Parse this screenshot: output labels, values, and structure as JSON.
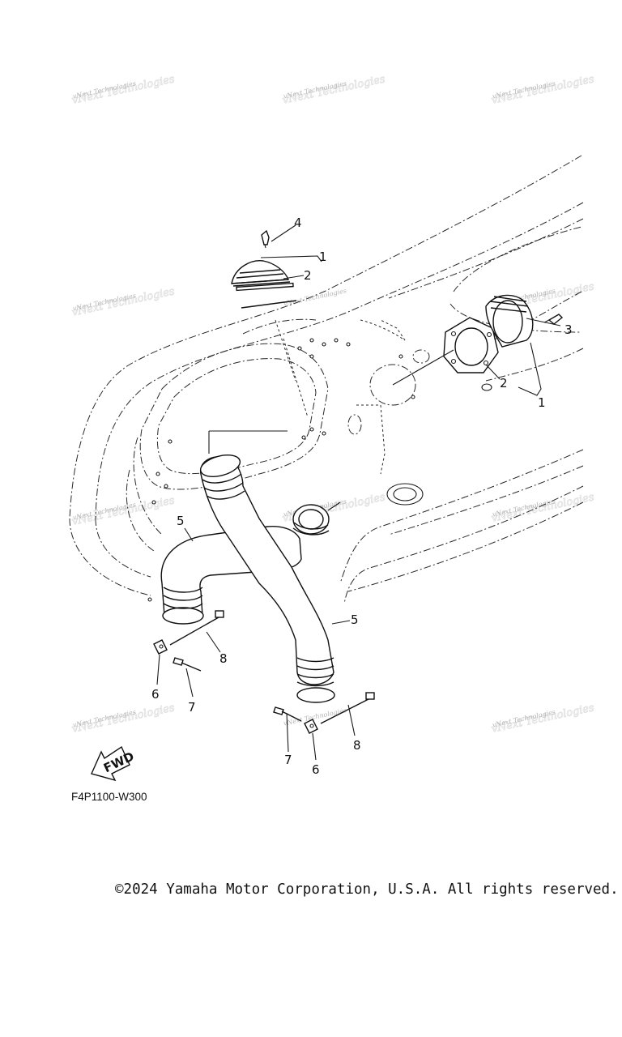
{
  "diagram": {
    "code": "F4P1100-W300",
    "fwd_label": "FWD",
    "watermark": "vNext Technologies",
    "callouts": [
      {
        "id": "c1a",
        "label": "1"
      },
      {
        "id": "c2a",
        "label": "2"
      },
      {
        "id": "c4",
        "label": "4"
      },
      {
        "id": "c3",
        "label": "3"
      },
      {
        "id": "c2b",
        "label": "2"
      },
      {
        "id": "c1b",
        "label": "1"
      },
      {
        "id": "c5a",
        "label": "5"
      },
      {
        "id": "c5b",
        "label": "5"
      },
      {
        "id": "c8a",
        "label": "8"
      },
      {
        "id": "c6a",
        "label": "6"
      },
      {
        "id": "c7a",
        "label": "7"
      },
      {
        "id": "c7b",
        "label": "7"
      },
      {
        "id": "c6b",
        "label": "6"
      },
      {
        "id": "c8b",
        "label": "8"
      }
    ]
  },
  "footer": {
    "copyright": "©2024 Yamaha Motor Corporation, U.S.A. All rights reserved."
  }
}
